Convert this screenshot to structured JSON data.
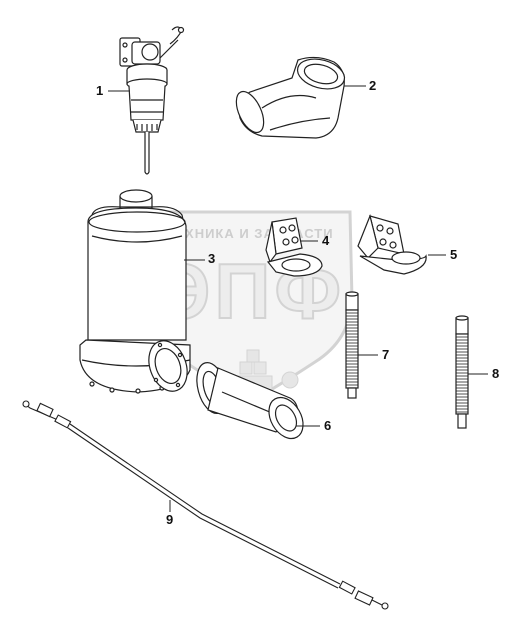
{
  "diagram": {
    "type": "exploded-parts-view",
    "callouts": [
      {
        "id": "part-1",
        "label": "1"
      },
      {
        "id": "part-2",
        "label": "2"
      },
      {
        "id": "part-3",
        "label": "3"
      },
      {
        "id": "part-4",
        "label": "4"
      },
      {
        "id": "part-5",
        "label": "5"
      },
      {
        "id": "part-6",
        "label": "6"
      },
      {
        "id": "part-7",
        "label": "7"
      },
      {
        "id": "part-8",
        "label": "8"
      },
      {
        "id": "part-9",
        "label": "9"
      }
    ]
  },
  "watermark": {
    "text": "ТЕХНИКА И ЗАПЧАСТИ",
    "logo_text": "ЭПФ"
  },
  "colors": {
    "line": "#222222",
    "watermark": "#cfcfcf",
    "watermark_fill": "#ededed",
    "paper": "#ffffff"
  }
}
